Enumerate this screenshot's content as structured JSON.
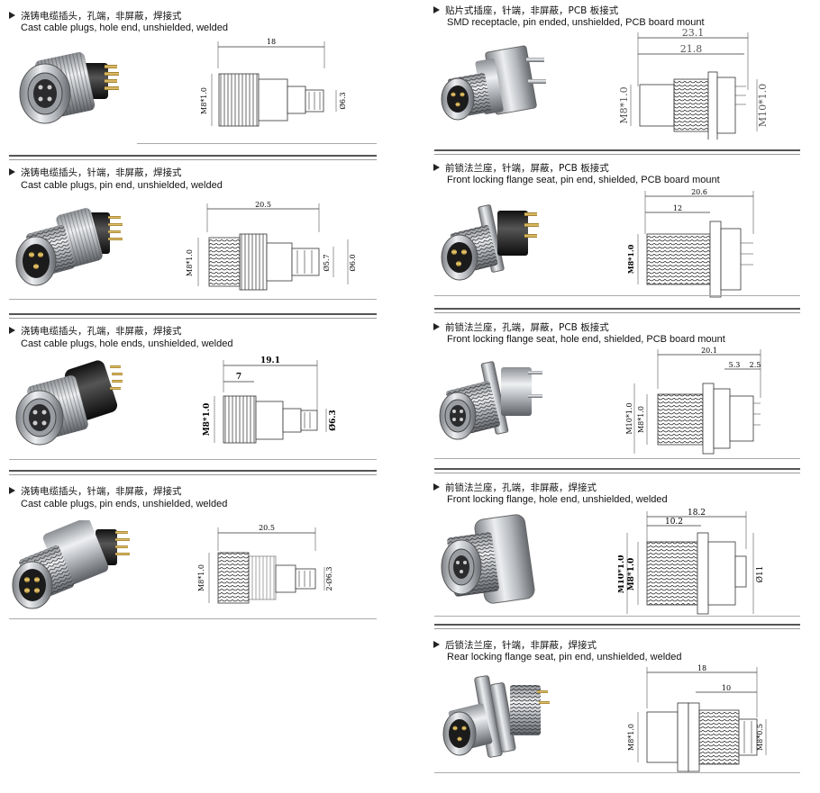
{
  "colors": {
    "rule": "#555555",
    "metal": "#b9bcc0",
    "metal_dark": "#6d7075",
    "black_body": "#1e1e20",
    "gold": "#c9a13b"
  },
  "products": [
    {
      "id": "p1",
      "title_zh": "浇铸电缆插头，孔端，非屏蔽，焊接式",
      "title_en": "Cast cable plugs, hole end, unshielded, welded",
      "dims": {
        "length": "18",
        "thread": "M8*1.0",
        "diam": "Ø6.3"
      }
    },
    {
      "id": "p2",
      "title_zh": "浇铸电缆插头，针端，非屏蔽，焊接式",
      "title_en": "Cast cable plugs, pin end, unshielded, welded",
      "dims": {
        "length": "20.5",
        "thread": "M8*1.0",
        "diam1": "Ø5.7",
        "diam2": "Ø6.0"
      }
    },
    {
      "id": "p3",
      "title_zh": "浇铸电缆插头，孔端，非屏蔽，焊接式",
      "title_en": "Cast cable plugs, hole ends, unshielded, welded",
      "dims": {
        "length": "19.1",
        "sub": "7",
        "thread": "M8*1.0",
        "diam": "Ø6.3"
      }
    },
    {
      "id": "p4",
      "title_zh": "浇铸电缆插头，针端，非屏蔽，焊接式",
      "title_en": "Cast cable plugs,  pin ends, unshielded, welded",
      "dims": {
        "length": "20.5",
        "thread": "M8*1.0",
        "diam": "2-Ø6.3"
      }
    },
    {
      "id": "p5",
      "title_zh": "贴片式插座，针端，非屏蔽，PCB 板接式",
      "title_en": "SMD receptacle, pin ended, unshielded, PCB board mount",
      "dims": {
        "length": "23.1",
        "sub": "21.8",
        "thread": "M8*1.0",
        "thread2": "M10*1.0"
      }
    },
    {
      "id": "p6",
      "title_zh": "前锁法兰座，针端，屏蔽，PCB 板接式",
      "title_en": "Front locking flange seat, pin end, shielded, PCB board mount",
      "dims": {
        "length": "20.6",
        "sub": "12",
        "thread": "M8*1.0"
      }
    },
    {
      "id": "p7",
      "title_zh": "前锁法兰座，孔端，屏蔽，PCB 板接式",
      "title_en": "Front locking flange seat, hole end, shielded, PCB board mount",
      "dims": {
        "length": "20.1",
        "sub1": "5.3",
        "sub2": "2.5",
        "thread": "M8*1.0",
        "thread2": "M10*1.0"
      }
    },
    {
      "id": "p8",
      "title_zh": "前锁法兰座，孔端，非屏蔽，焊接式",
      "title_en": "Front locking flange, hole end, unshielded, welded",
      "dims": {
        "length": "18.2",
        "sub": "10.2",
        "thread": "M8*1.0",
        "thread2": "M10*1.0",
        "diam": "Ø11"
      }
    },
    {
      "id": "p9",
      "title_zh": "后锁法兰座，针端，非屏蔽，焊接式",
      "title_en": "Rear locking flange seat, pin end, unshielded, welded",
      "dims": {
        "length": "18",
        "sub": "10",
        "thread": "M8*1.0",
        "thread2": "M8*0.5"
      }
    }
  ]
}
